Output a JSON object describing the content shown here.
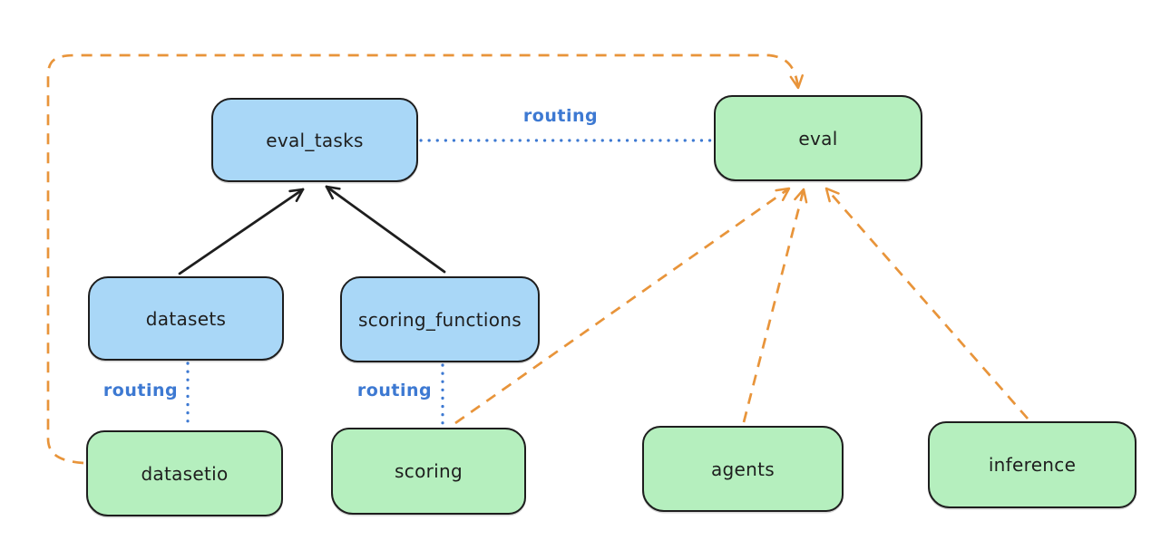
{
  "diagram": {
    "kind": "architecture-diagram",
    "nodes": {
      "eval_tasks": {
        "label": "eval_tasks",
        "fill": "blue"
      },
      "eval": {
        "label": "eval",
        "fill": "green"
      },
      "datasets": {
        "label": "datasets",
        "fill": "blue"
      },
      "scoring_functions": {
        "label": "scoring_functions",
        "fill": "blue"
      },
      "datasetio": {
        "label": "datasetio",
        "fill": "green"
      },
      "scoring": {
        "label": "scoring",
        "fill": "green"
      },
      "agents": {
        "label": "agents",
        "fill": "green"
      },
      "inference": {
        "label": "inference",
        "fill": "green"
      }
    },
    "edge_labels": {
      "routing_top": "routing",
      "routing_left": "routing",
      "routing_right": "routing"
    },
    "edges": [
      {
        "from": "datasets",
        "to": "eval_tasks",
        "style": "solid",
        "color": "black",
        "arrow": true
      },
      {
        "from": "scoring_functions",
        "to": "eval_tasks",
        "style": "solid",
        "color": "black",
        "arrow": true
      },
      {
        "from": "eval_tasks",
        "to": "eval",
        "style": "dotted",
        "color": "blue",
        "arrow": false,
        "label": "routing"
      },
      {
        "from": "datasets",
        "to": "datasetio",
        "style": "dotted",
        "color": "blue",
        "arrow": false,
        "label": "routing"
      },
      {
        "from": "scoring_functions",
        "to": "scoring",
        "style": "dotted",
        "color": "blue",
        "arrow": false,
        "label": "routing"
      },
      {
        "from": "datasetio",
        "to": "eval",
        "style": "dashed",
        "color": "orange",
        "arrow": true,
        "route": "around-left-and-top"
      },
      {
        "from": "scoring",
        "to": "eval",
        "style": "dashed",
        "color": "orange",
        "arrow": true
      },
      {
        "from": "agents",
        "to": "eval",
        "style": "dashed",
        "color": "orange",
        "arrow": true
      },
      {
        "from": "inference",
        "to": "eval",
        "style": "dashed",
        "color": "orange",
        "arrow": true
      }
    ],
    "colors": {
      "blue_fill": "#a9d7f7",
      "green_fill": "#b5efbe",
      "stroke": "#1e1e1e",
      "orange": "#e8943a",
      "routing_blue": "#3d79d2",
      "background": "#ffffff"
    }
  }
}
